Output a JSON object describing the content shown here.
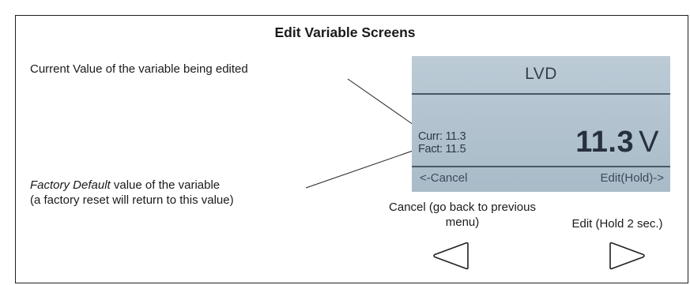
{
  "title": "Edit Variable Screens",
  "labels": {
    "current_value": "Current Value of the variable being edited",
    "factory_default_italic": "Factory Default",
    "factory_default_rest": " value of the variable",
    "factory_reset_note": "(a factory reset will return to this value)",
    "cancel_description": "Cancel (go back to previous menu)",
    "edit_description": "Edit (Hold 2 sec.)"
  },
  "lcd": {
    "screen_title": "LVD",
    "current": "Curr: 11.3",
    "factory": "Fact: 11.5",
    "value": "11.3",
    "unit": "V",
    "softkey_left": "<-Cancel",
    "softkey_right": "Edit(Hold)->"
  },
  "colors": {
    "lcd_background": "#b3c4d0",
    "lcd_text": "#2b3440",
    "border": "#231f20"
  },
  "icons": {
    "left_button": "left-triangle-icon",
    "right_button": "right-triangle-icon"
  }
}
